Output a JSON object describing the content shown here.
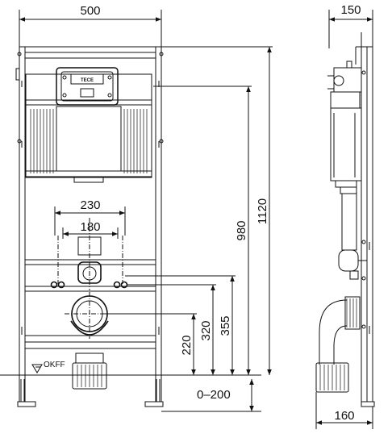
{
  "dimensions": {
    "width_front": "500",
    "depth_side_top": "150",
    "depth_side_bottom": "160",
    "flush_pipe_spacing": "230",
    "waste_spacing": "180",
    "total_height": "1120",
    "cistern_height": "980",
    "supply_height": "355",
    "flush_height": "320",
    "drain_height": "220",
    "floor_adjust": "0–200"
  },
  "labels": {
    "floor_reference": "OKFF",
    "brand": "TECE"
  }
}
